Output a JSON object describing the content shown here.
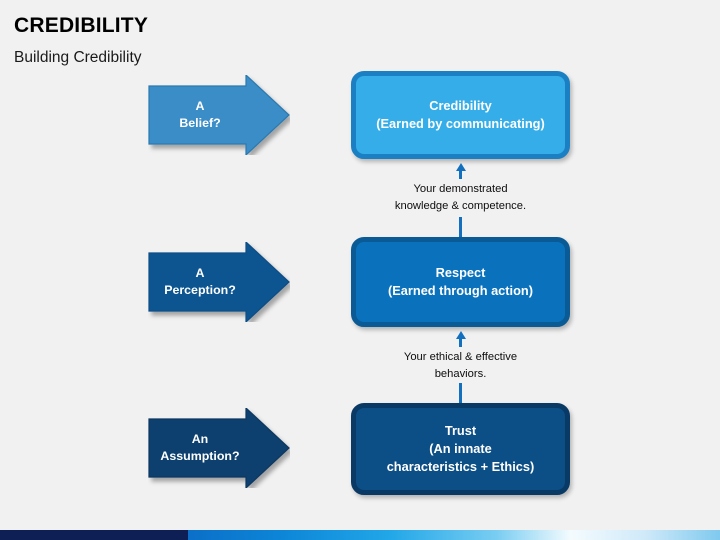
{
  "header": {
    "title": "CREDIBILITY",
    "subtitle": "Building Credibility"
  },
  "colors": {
    "background": "#f1f1f1",
    "credibility_fill": "#35ade8",
    "credibility_border": "#1b7fc4",
    "respect_fill": "#0a72bd",
    "respect_border": "#0a5a96",
    "trust_fill": "#0c4e86",
    "trust_border": "#093a66",
    "arrow_belief": "#3a8dc8",
    "arrow_perception": "#0a5490",
    "arrow_assumption": "#0d3f6e",
    "connector": "#1270bf",
    "footer_navy": "#0e1f56"
  },
  "arrows": [
    {
      "name": "belief",
      "line1": "A",
      "line2": "Belief?"
    },
    {
      "name": "perception",
      "line1": "A",
      "line2": "Perception?"
    },
    {
      "name": "assumption",
      "line1": "An",
      "line2": "Assumption?"
    }
  ],
  "stages": [
    {
      "name": "credibility",
      "line1": "Credibility",
      "line2": "(Earned by communicating)",
      "line3": ""
    },
    {
      "name": "respect",
      "line1": "Respect",
      "line2": "(Earned through action)",
      "line3": ""
    },
    {
      "name": "trust",
      "line1": "Trust",
      "line2": "(An innate",
      "line3": "characteristics + Ethics)"
    }
  ],
  "connectors": [
    {
      "name": "respect-to-credibility",
      "icon": "arrow-up-icon",
      "line1": "Your demonstrated",
      "line2": "knowledge & competence."
    },
    {
      "name": "trust-to-respect",
      "icon": "arrow-up-icon",
      "line1": "Your ethical & effective",
      "line2": "behaviors."
    }
  ]
}
